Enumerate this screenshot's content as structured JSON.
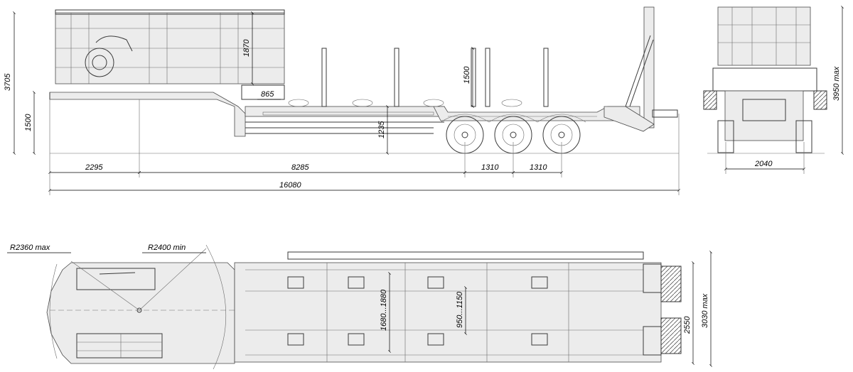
{
  "dimensions": {
    "overall_height": "3705",
    "deck_height": "1500",
    "cab_body_height": "1870",
    "stanchion_height": "1500",
    "frame_height": "1235",
    "step_height": "865",
    "front_overhang": "2295",
    "wheelbase": "8285",
    "axle_spacing_1": "1310",
    "axle_spacing_2": "1310",
    "overall_length": "16080",
    "rear_height_max": "3950 max",
    "rear_track": "2040",
    "turn_radius_max": "R2360 max",
    "turn_radius_min": "R2400 min",
    "beam_span": "1680...1880",
    "beam_span_inner": "950...1150",
    "width": "2550",
    "width_max": "3030 max"
  }
}
